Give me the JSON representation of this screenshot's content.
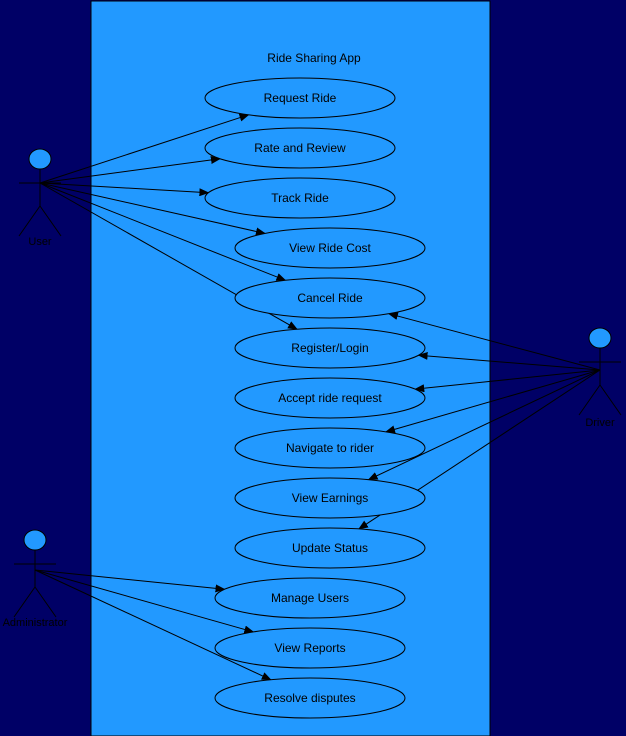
{
  "colors": {
    "background": "#000066",
    "system_fill": "#2299FF",
    "actor_head": "#2299FF",
    "stroke": "#000000"
  },
  "system": {
    "title": "Ride Sharing App"
  },
  "actors": [
    {
      "id": "user",
      "label": "User"
    },
    {
      "id": "driver",
      "label": "Driver"
    },
    {
      "id": "admin",
      "label": "Administrator"
    }
  ],
  "use_cases": [
    {
      "id": "request-ride",
      "label": "Request Ride"
    },
    {
      "id": "rate-review",
      "label": "Rate and Review"
    },
    {
      "id": "track-ride",
      "label": "Track Ride"
    },
    {
      "id": "view-ride-cost",
      "label": "View Ride Cost"
    },
    {
      "id": "cancel-ride",
      "label": "Cancel Ride"
    },
    {
      "id": "register-login",
      "label": "Register/Login"
    },
    {
      "id": "accept-ride",
      "label": "Accept ride request"
    },
    {
      "id": "navigate-rider",
      "label": "Navigate to rider"
    },
    {
      "id": "view-earnings",
      "label": "View Earnings"
    },
    {
      "id": "update-status",
      "label": "Update Status"
    },
    {
      "id": "manage-users",
      "label": "Manage Users"
    },
    {
      "id": "view-reports",
      "label": "View Reports"
    },
    {
      "id": "resolve-disputes",
      "label": "Resolve disputes"
    }
  ],
  "associations": [
    {
      "from": "user",
      "to": "request-ride"
    },
    {
      "from": "user",
      "to": "rate-review"
    },
    {
      "from": "user",
      "to": "track-ride"
    },
    {
      "from": "user",
      "to": "view-ride-cost"
    },
    {
      "from": "user",
      "to": "cancel-ride"
    },
    {
      "from": "user",
      "to": "register-login"
    },
    {
      "from": "driver",
      "to": "cancel-ride"
    },
    {
      "from": "driver",
      "to": "register-login"
    },
    {
      "from": "driver",
      "to": "accept-ride"
    },
    {
      "from": "driver",
      "to": "navigate-rider"
    },
    {
      "from": "driver",
      "to": "view-earnings"
    },
    {
      "from": "driver",
      "to": "update-status"
    },
    {
      "from": "admin",
      "to": "manage-users"
    },
    {
      "from": "admin",
      "to": "view-reports"
    },
    {
      "from": "admin",
      "to": "resolve-disputes"
    }
  ]
}
